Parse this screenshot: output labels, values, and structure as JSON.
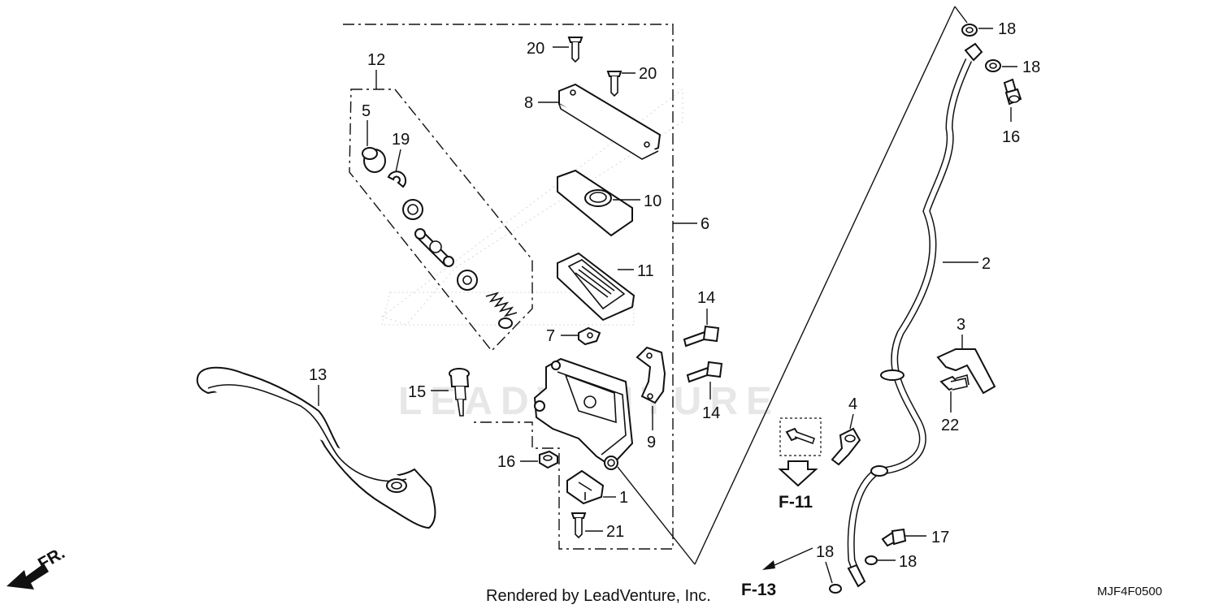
{
  "diagram": {
    "watermark": "LEADVENTURE",
    "callouts": [
      {
        "id": "c1",
        "text": "1"
      },
      {
        "id": "c2",
        "text": "2"
      },
      {
        "id": "c3",
        "text": "3"
      },
      {
        "id": "c4",
        "text": "4"
      },
      {
        "id": "c5",
        "text": "5"
      },
      {
        "id": "c6",
        "text": "6"
      },
      {
        "id": "c7",
        "text": "7"
      },
      {
        "id": "c8",
        "text": "8"
      },
      {
        "id": "c9",
        "text": "9"
      },
      {
        "id": "c10",
        "text": "10"
      },
      {
        "id": "c11",
        "text": "11"
      },
      {
        "id": "c12",
        "text": "12"
      },
      {
        "id": "c13",
        "text": "13"
      },
      {
        "id": "c14a",
        "text": "14"
      },
      {
        "id": "c14b",
        "text": "14"
      },
      {
        "id": "c15",
        "text": "15"
      },
      {
        "id": "c16a",
        "text": "16"
      },
      {
        "id": "c16b",
        "text": "16"
      },
      {
        "id": "c17",
        "text": "17"
      },
      {
        "id": "c18a",
        "text": "18"
      },
      {
        "id": "c18b",
        "text": "18"
      },
      {
        "id": "c18c",
        "text": "18"
      },
      {
        "id": "c18d",
        "text": "18"
      },
      {
        "id": "c19",
        "text": "19"
      },
      {
        "id": "c20a",
        "text": "20"
      },
      {
        "id": "c20b",
        "text": "20"
      },
      {
        "id": "c21",
        "text": "21"
      },
      {
        "id": "c22",
        "text": "22"
      }
    ],
    "references": {
      "f11": "F-11",
      "f13": "F-13"
    },
    "front_indicator": "FR.",
    "footer_credit": "Rendered by LeadVenture, Inc.",
    "diagram_code": "MJF4F0500"
  }
}
